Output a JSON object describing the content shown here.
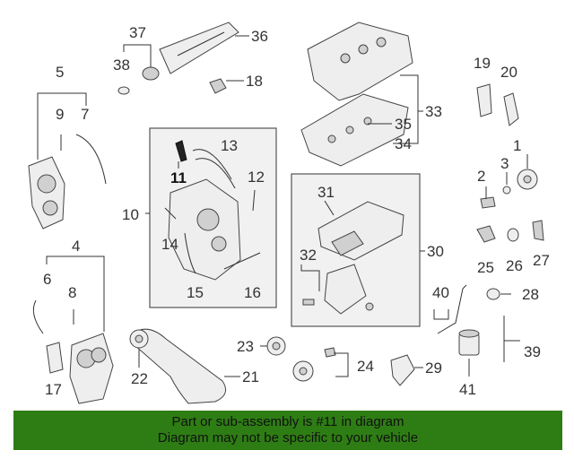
{
  "callouts": {
    "c1": "1",
    "c2": "2",
    "c3": "3",
    "c4": "4",
    "c5": "5",
    "c6": "6",
    "c7": "7",
    "c8": "8",
    "c9": "9",
    "c10": "10",
    "c11": "11",
    "c12": "12",
    "c13": "13",
    "c14": "14",
    "c15": "15",
    "c16": "16",
    "c17": "17",
    "c18": "18",
    "c19": "19",
    "c20": "20",
    "c21": "21",
    "c22": "22",
    "c23": "23",
    "c24": "24",
    "c25": "25",
    "c26": "26",
    "c27": "27",
    "c28": "28",
    "c29": "29",
    "c30": "30",
    "c31": "31",
    "c32": "32",
    "c33": "33",
    "c34": "34",
    "c35": "35",
    "c36": "36",
    "c37": "37",
    "c38": "38",
    "c39": "39",
    "c40": "40",
    "c41": "41"
  },
  "highlighted_part": "11",
  "banner": {
    "line1": "Part or sub-assembly is #11 in diagram",
    "line2": "Diagram may not be specific to your vehicle",
    "color": "#2e7d14"
  }
}
